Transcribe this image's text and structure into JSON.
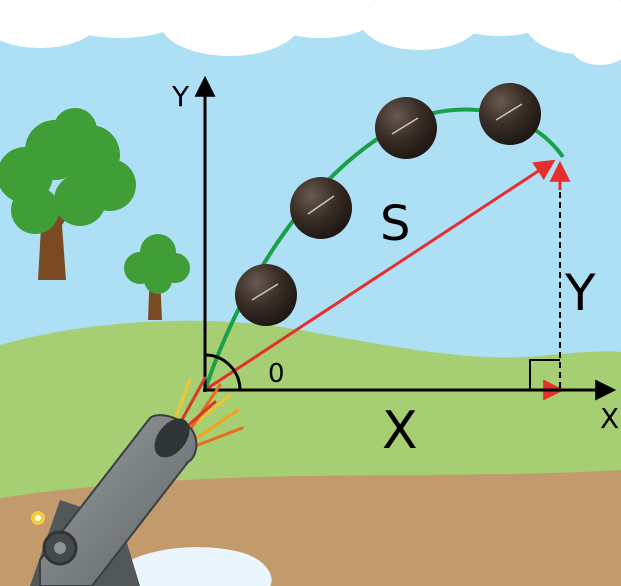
{
  "diagram": {
    "axis_x_label": "X",
    "axis_y_label": "Y",
    "displacement_label": "S",
    "horizontal_component_label": "X",
    "vertical_component_label": "Y",
    "angle_label": "0"
  },
  "colors": {
    "sky": "#aee0f5",
    "cloud": "#ffffff",
    "hill": "#a6cf73",
    "ground": "#c39a6b",
    "trajectory": "#1aa04a",
    "vector": "#e52e2e",
    "axes": "#000000",
    "ball": "#2b221d",
    "cannon": "#6f7577",
    "tree_leaves": "#3f9e36",
    "tree_trunk": "#7a4a23"
  },
  "icons": [
    "cloud-icon",
    "tree-icon",
    "cannon-icon",
    "cannonball-icon",
    "explosion-icon",
    "right-angle-marker"
  ]
}
